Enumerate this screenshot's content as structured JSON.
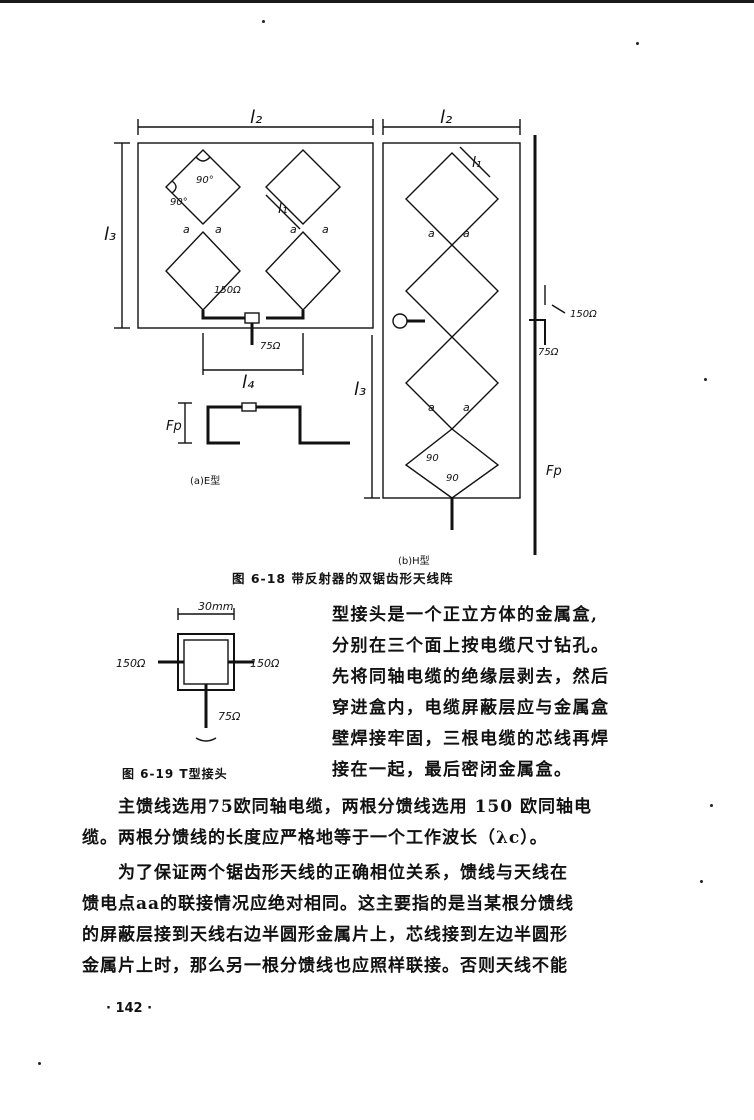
{
  "figure_6_18": {
    "caption": "图 6-18  带反射器的双锯齿形天线阵",
    "panel_a_caption": "(a)E型",
    "panel_b_caption": "(b)H型",
    "labels": {
      "l2": "l₂",
      "l3": "l₃",
      "l1": "l₁",
      "l4": "l₄",
      "fp": "Fp",
      "a": "a",
      "angle_90deg": "90°",
      "angle_90": "90",
      "ohm150": "150Ω",
      "ohm75": "75Ω"
    }
  },
  "figure_6_19": {
    "caption": "图 6-19  T型接头",
    "labels": {
      "dim": "30mm",
      "ohm150_left": "150Ω",
      "ohm150_right": "150Ω",
      "ohm75": "75Ω"
    }
  },
  "wrap_lines": [
    "型接头是一个正立方体的金属盒,",
    "分别在三个面上按电缆尺寸钻孔。",
    "先将同轴电缆的绝缘层剥去，然后",
    "穿进盒内，电缆屏蔽层应与金属盒",
    "壁焊接牢固，三根电缆的芯线再焊",
    "接在一起，最后密闭金属盒。"
  ],
  "paragraph1": [
    "主馈线选用75欧同轴电缆，两根分馈线选用 150 欧同轴电",
    "缆。两根分馈线的长度应严格地等于一个工作波长（λc）。"
  ],
  "paragraph2": [
    "为了保证两个锯齿形天线的正确相位关系，馈线与天线在",
    "馈电点aa的联接情况应绝对相同。这主要指的是当某根分馈线",
    "的屏蔽层接到天线右边半圆形金属片上，芯线接到左边半圆形",
    "金属片上时，那么另一根分馈线也应照样联接。否则天线不能"
  ],
  "page_number": "· 142 ·"
}
